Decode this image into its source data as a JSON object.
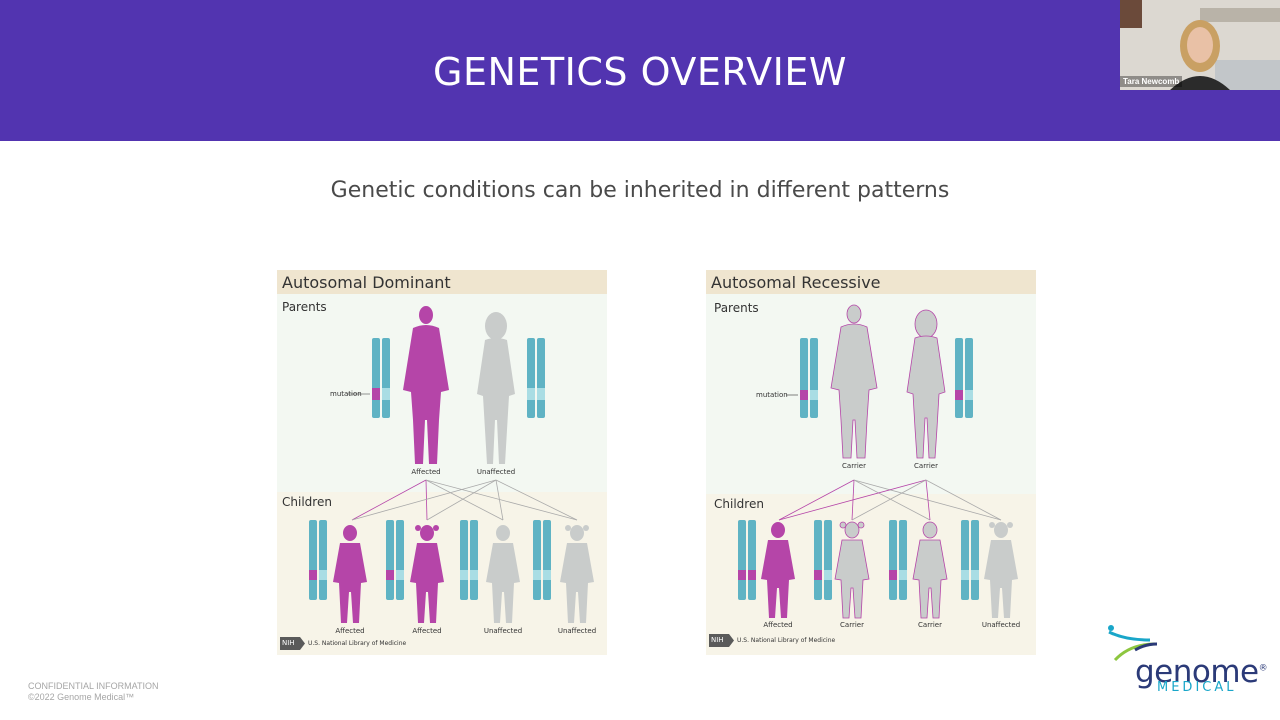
{
  "slide": {
    "title": "GENETICS OVERVIEW",
    "subtitle": "Genetic conditions can be inherited in different patterns"
  },
  "video": {
    "participant_name": "Tara Newcomb"
  },
  "panels": [
    {
      "title": "Autosomal Dominant",
      "parents_label": "Parents",
      "children_label": "Children",
      "mutation_label": "mutation",
      "parents": [
        "Affected",
        "Unaffected"
      ],
      "children": [
        "Affected",
        "Affected",
        "Unaffected",
        "Unaffected"
      ],
      "source": "U.S. National Library of Medicine"
    },
    {
      "title": "Autosomal Recessive",
      "parents_label": "Parents",
      "children_label": "Children",
      "mutation_label": "mutation",
      "parents": [
        "Carrier",
        "Carrier"
      ],
      "children": [
        "Affected",
        "Carrier",
        "Carrier",
        "Unaffected"
      ],
      "source": "U.S. National Library of Medicine"
    }
  ],
  "nih_badge": "NIH",
  "footer": {
    "line1": "CONFIDENTIAL INFORMATION",
    "line2": "©2022 Genome Medical™"
  },
  "logo": {
    "word": "genome",
    "registered": "®",
    "sub": "MEDICAL"
  },
  "colors": {
    "banner": "#5234b0",
    "affected": "#b545a8",
    "unaffected": "#c9cccb",
    "chromosome": "#5fb3c4"
  }
}
